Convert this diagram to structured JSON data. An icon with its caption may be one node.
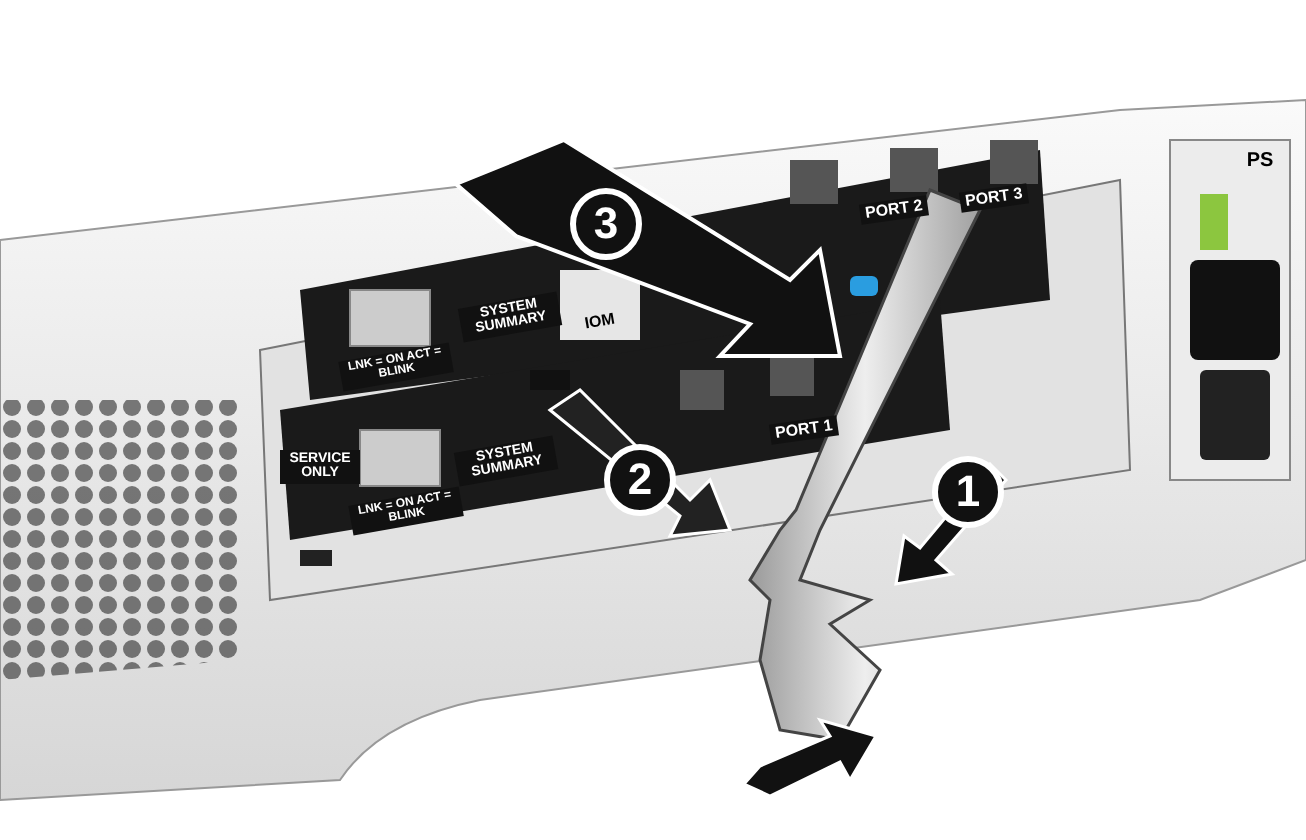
{
  "diagram": {
    "labels": [
      "3",
      "PORT 2",
      "PORT 3",
      "PS",
      "SYSTEM SUMMARY",
      "IOM",
      "LNK = ON ACT = BLINK",
      "PORT 1",
      "SERVICE ONLY",
      "SYSTEM SUMMARY",
      "LNK = ON ACT = BLINK",
      "2",
      "1"
    ]
  }
}
